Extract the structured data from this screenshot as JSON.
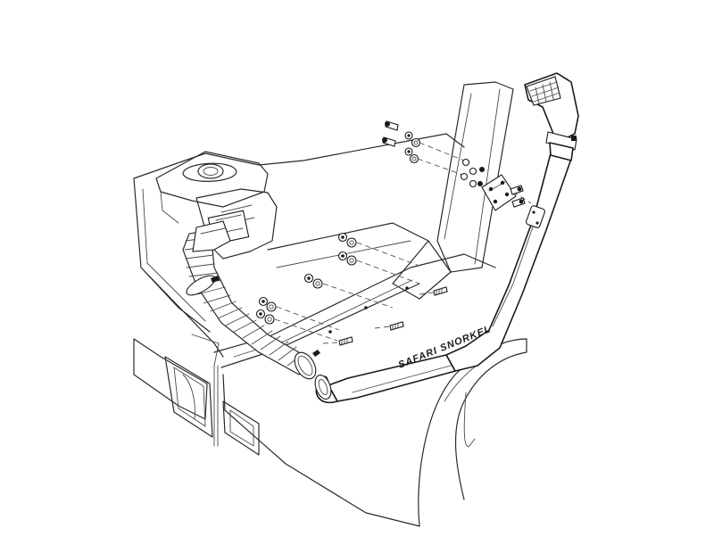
{
  "diagram": {
    "brand_text": "SAFARI SNORKEL",
    "components": [
      "vehicle-body",
      "snorkel-air-ram",
      "snorkel-body",
      "a-pillar-bracket",
      "air-box",
      "connecting-hose",
      "hose-clamps",
      "mounting-bolts",
      "mounting-studs"
    ]
  }
}
